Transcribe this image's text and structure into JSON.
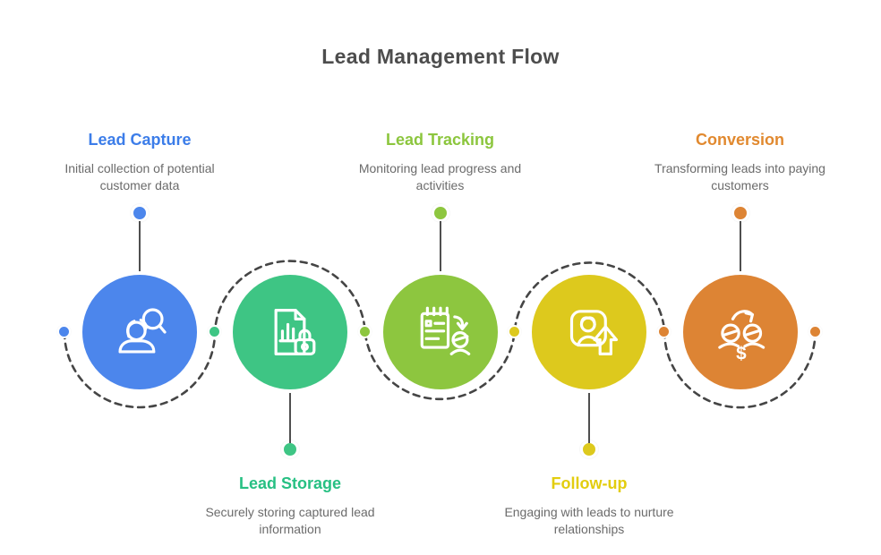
{
  "title": "Lead Management Flow",
  "title_color": "#4d4d4d",
  "background_color": "#ffffff",
  "description_color": "#6b6b6b",
  "stages": [
    {
      "id": "lead-capture",
      "title": "Lead Capture",
      "description": "Initial collection of potential customer data",
      "circle_color": "#4c86ec",
      "title_color": "#3c7de9",
      "icon": "person-search-icon",
      "position": "top"
    },
    {
      "id": "lead-storage",
      "title": "Lead Storage",
      "description": "Securely storing captured lead information",
      "circle_color": "#3ec584",
      "title_color": "#27c083",
      "icon": "secure-document-icon",
      "position": "bottom"
    },
    {
      "id": "lead-tracking",
      "title": "Lead Tracking",
      "description": "Monitoring lead progress and activities",
      "circle_color": "#8dc63f",
      "title_color": "#8cc63e",
      "icon": "task-assignment-icon",
      "position": "top"
    },
    {
      "id": "follow-up",
      "title": "Follow-up",
      "description": "Engaging with leads to nurture relationships",
      "circle_color": "#ddc91d",
      "title_color": "#e3cd0e",
      "icon": "contact-upload-icon",
      "position": "bottom"
    },
    {
      "id": "conversion",
      "title": "Conversion",
      "description": "Transforming leads into paying customers",
      "circle_color": "#dd8434",
      "title_color": "#e1892f",
      "icon": "customer-exchange-icon",
      "position": "top"
    }
  ],
  "wave": {
    "line_color": "#454545",
    "dot_colors": [
      "#4c86ec",
      "#3ec584",
      "#8dc63f",
      "#ddc91d",
      "#dd8434",
      "#dd8434"
    ]
  }
}
